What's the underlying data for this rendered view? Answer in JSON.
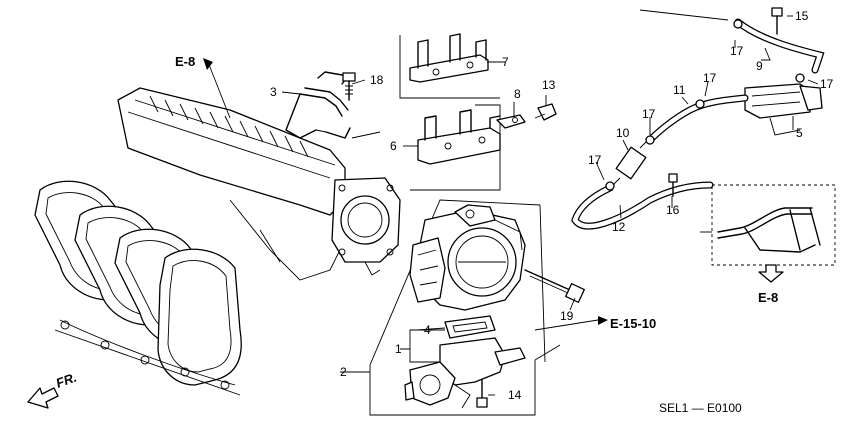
{
  "diagram_code": "SEL1 — E0100",
  "front_arrow_label": "FR.",
  "references": {
    "e8_top": "E-8",
    "e8_right": "E-8",
    "e1510": "E-15-10"
  },
  "callouts": [
    {
      "id": "c1",
      "label": "1"
    },
    {
      "id": "c2",
      "label": "2"
    },
    {
      "id": "c3",
      "label": "3"
    },
    {
      "id": "c4",
      "label": "4"
    },
    {
      "id": "c5",
      "label": "5"
    },
    {
      "id": "c6",
      "label": "6"
    },
    {
      "id": "c7",
      "label": "7"
    },
    {
      "id": "c8",
      "label": "8"
    },
    {
      "id": "c9",
      "label": "9"
    },
    {
      "id": "c10",
      "label": "10"
    },
    {
      "id": "c11",
      "label": "11"
    },
    {
      "id": "c12",
      "label": "12"
    },
    {
      "id": "c13",
      "label": "13"
    },
    {
      "id": "c14",
      "label": "14"
    },
    {
      "id": "c15",
      "label": "15"
    },
    {
      "id": "c16",
      "label": "16"
    },
    {
      "id": "c17a",
      "label": "17"
    },
    {
      "id": "c17b",
      "label": "17"
    },
    {
      "id": "c17c",
      "label": "17"
    },
    {
      "id": "c17d",
      "label": "17"
    },
    {
      "id": "c17e",
      "label": "17"
    },
    {
      "id": "c18",
      "label": "18"
    },
    {
      "id": "c19",
      "label": "19"
    }
  ]
}
